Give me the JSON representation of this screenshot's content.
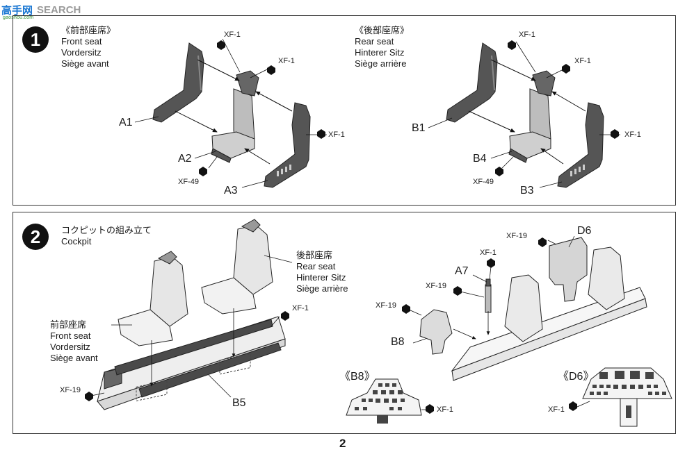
{
  "watermark": {
    "logo": "高手网",
    "site": "gaoshou.com",
    "tag": "SEARCH"
  },
  "page_number": "2",
  "step1": {
    "number": "1",
    "front": {
      "jp": "《前部座席》",
      "en": "Front seat",
      "de": "Vordersitz",
      "fr": "Siège avant"
    },
    "rear": {
      "jp": "《後部座席》",
      "en": "Rear seat",
      "de": "Hinterer Sitz",
      "fr": "Siège arrière"
    },
    "parts": {
      "a1": "A1",
      "a2": "A2",
      "a3": "A3",
      "b1": "B1",
      "b4": "B4",
      "b3": "B3"
    },
    "paints": {
      "xf1": "XF-1",
      "xf49": "XF-49"
    }
  },
  "step2": {
    "number": "2",
    "title_jp": "コクピットの組み立て",
    "title_en": "Cockpit",
    "front": {
      "jp": "前部座席",
      "en": "Front seat",
      "de": "Vordersitz",
      "fr": "Siège avant"
    },
    "rear": {
      "jp": "後部座席",
      "en": "Rear seat",
      "de": "Hinterer Sitz",
      "fr": "Siège arrière"
    },
    "parts": {
      "b5": "B5",
      "b8": "B8",
      "a7": "A7",
      "d6": "D6"
    },
    "details": {
      "b8": "《B8》",
      "d6": "《D6》"
    },
    "paints": {
      "xf1": "XF-1",
      "xf19": "XF-19"
    }
  }
}
